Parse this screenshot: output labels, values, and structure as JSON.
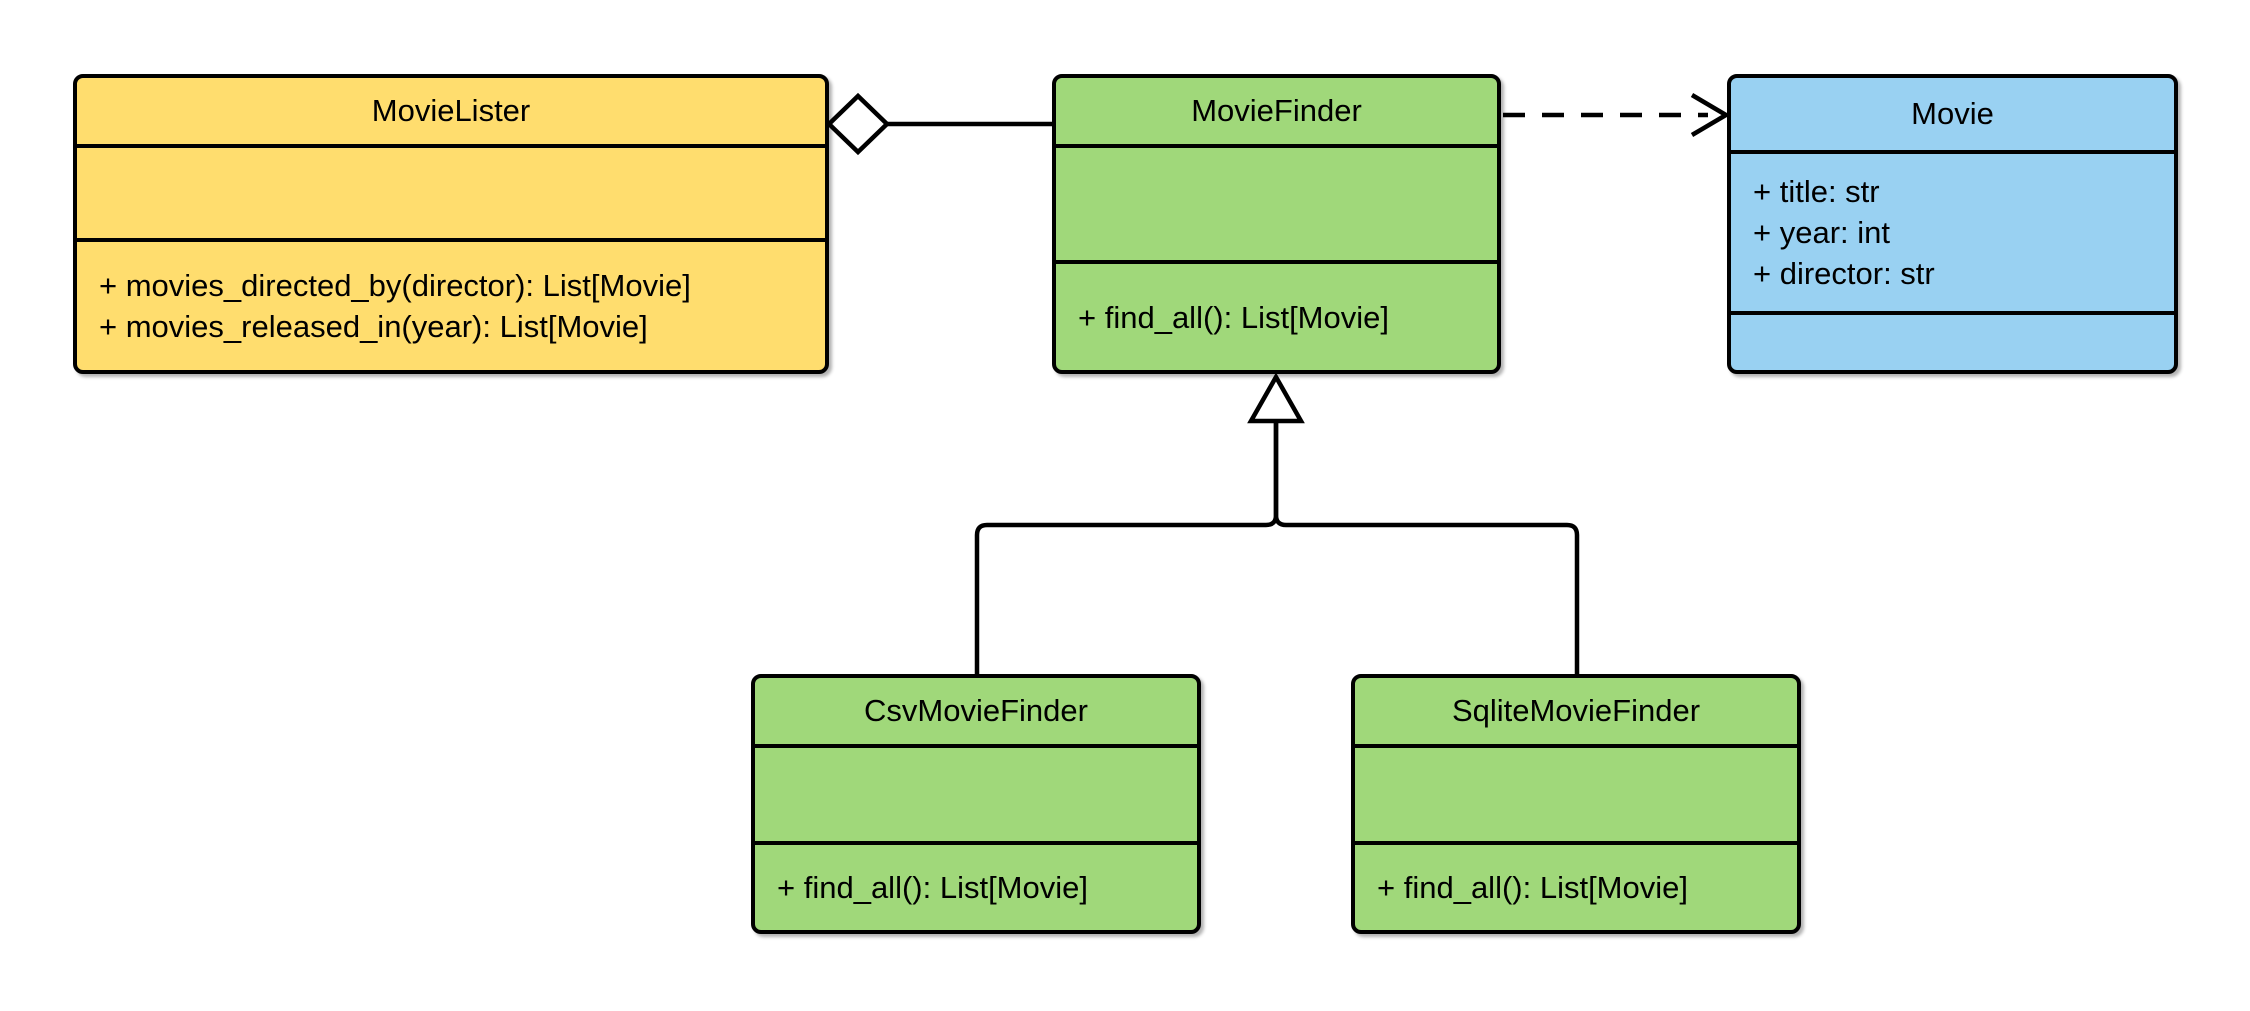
{
  "diagram": {
    "type": "uml-class-diagram",
    "background": "#FFFFFF",
    "stroke_color": "#000000",
    "classes": [
      {
        "name": "MovieLister",
        "fill": "#FFDD6E",
        "attributes": [],
        "methods": [
          "+ movies_directed_by(director): List[Movie]",
          "+ movies_released_in(year): List[Movie]"
        ]
      },
      {
        "name": "MovieFinder",
        "fill": "#A0D87A",
        "attributes": [],
        "methods": [
          "+ find_all(): List[Movie]"
        ]
      },
      {
        "name": "Movie",
        "fill": "#99D1F2",
        "attributes": [
          "+ title: str",
          "+ year: int",
          "+ director: str"
        ],
        "methods": []
      },
      {
        "name": "CsvMovieFinder",
        "fill": "#A0D87A",
        "attributes": [],
        "methods": [
          "+ find_all(): List[Movie]"
        ]
      },
      {
        "name": "SqliteMovieFinder",
        "fill": "#A0D87A",
        "attributes": [],
        "methods": [
          "+ find_all(): List[Movie]"
        ]
      }
    ],
    "relationships": [
      {
        "type": "aggregation",
        "from": "MovieLister",
        "to": "MovieFinder"
      },
      {
        "type": "dependency",
        "from": "MovieFinder",
        "to": "Movie"
      },
      {
        "type": "generalization",
        "from": "CsvMovieFinder",
        "to": "MovieFinder"
      },
      {
        "type": "generalization",
        "from": "SqliteMovieFinder",
        "to": "MovieFinder"
      }
    ]
  }
}
